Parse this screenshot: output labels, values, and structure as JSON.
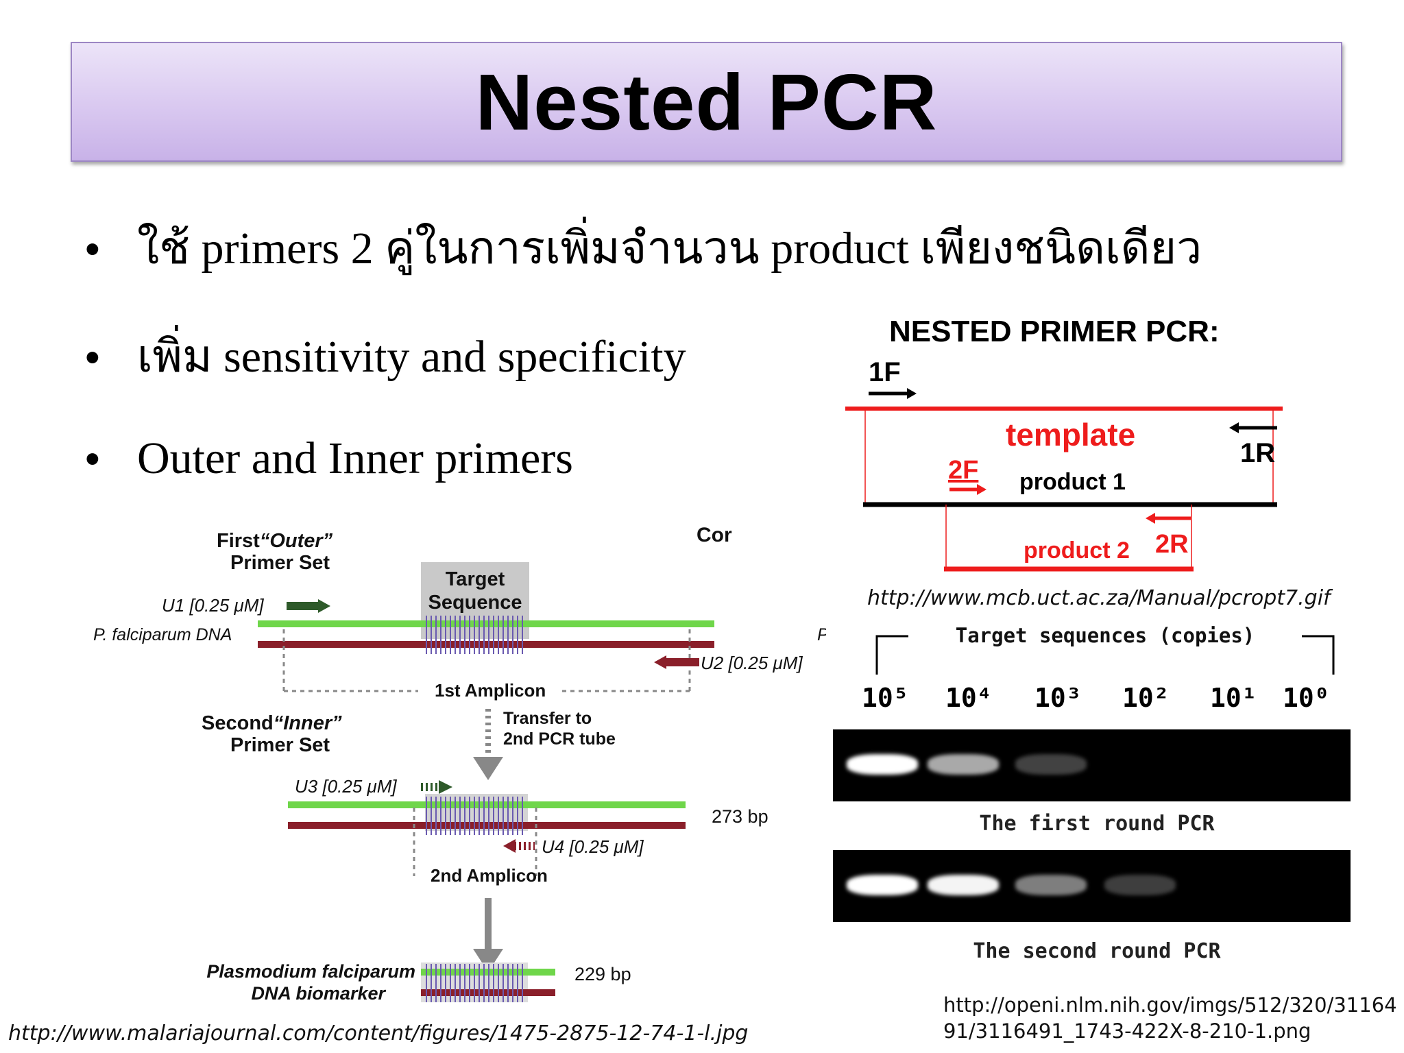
{
  "title": "Nested PCR",
  "bullets": [
    "ใช้ primers 2 คู่ในการเพิ่มจำนวน product เพียงชนิดเดียว",
    "เพิ่ม sensitivity and specificity",
    "Outer and Inner primers"
  ],
  "nested_diagram": {
    "heading": "NESTED PRIMER PCR:",
    "labels": {
      "f1": "1F",
      "r1": "1R",
      "f2": "2F",
      "r2": "2R",
      "template": "template",
      "product1": "product 1",
      "product2": "product 2"
    },
    "colors": {
      "red": "#ee1c1c",
      "black": "#000000"
    }
  },
  "source_mcb": "http://www.mcb.uct.ac.za/Manual/pcropt7.gif",
  "malaria_figure": {
    "first_outer_line1": "First",
    "first_outer_quote": "“Outer”",
    "first_outer_line2": "Primer Set",
    "target_line1": "Target",
    "target_line2": "Sequence",
    "u1": "U1 [0.25 μM]",
    "u2": "U2 [0.25 μM]",
    "u3": "U3 [0.25 μM]",
    "u4": "U4 [0.25 μM]",
    "dna": "P. falciparum DNA",
    "amplicon1": "1st Amplicon",
    "second_inner_line1": "Second",
    "second_inner_quote": "“Inner”",
    "second_inner_line2": "Primer Set",
    "transfer_line1": "Transfer to",
    "transfer_line2": "2nd PCR tube",
    "bp273": "273 bp",
    "amplicon2": "2nd Amplicon",
    "biomarker_line1": "Plasmodium falciparum",
    "biomarker_line2": "DNA biomarker",
    "bp229": "229 bp",
    "cut_cor": "Cor",
    "cut_p": "P",
    "colors": {
      "green": "#6fd64a",
      "maroon": "#8a1f2a",
      "dark_green": "#2e5a2a"
    }
  },
  "gel": {
    "header": "Target sequences (copies)",
    "copies": [
      "10⁵",
      "10⁴",
      "10³",
      "10²",
      "10¹",
      "10⁰"
    ],
    "first_round_label": "The first round PCR",
    "second_round_label": "The second round PCR",
    "first_round_intensity": [
      1.0,
      0.6,
      0.12,
      0.0,
      0.0,
      0.0
    ],
    "second_round_intensity": [
      1.0,
      0.95,
      0.4,
      0.1,
      0.0,
      0.0
    ]
  },
  "source_malaria": "http://www.malariajournal.com/content/figures/1475-2875-12-74-1-l.jpg",
  "source_openi_line1": "http://openi.nlm.nih.gov/imgs/512/320/31164",
  "source_openi_line2": "91/3116491_1743-422X-8-210-1.png"
}
